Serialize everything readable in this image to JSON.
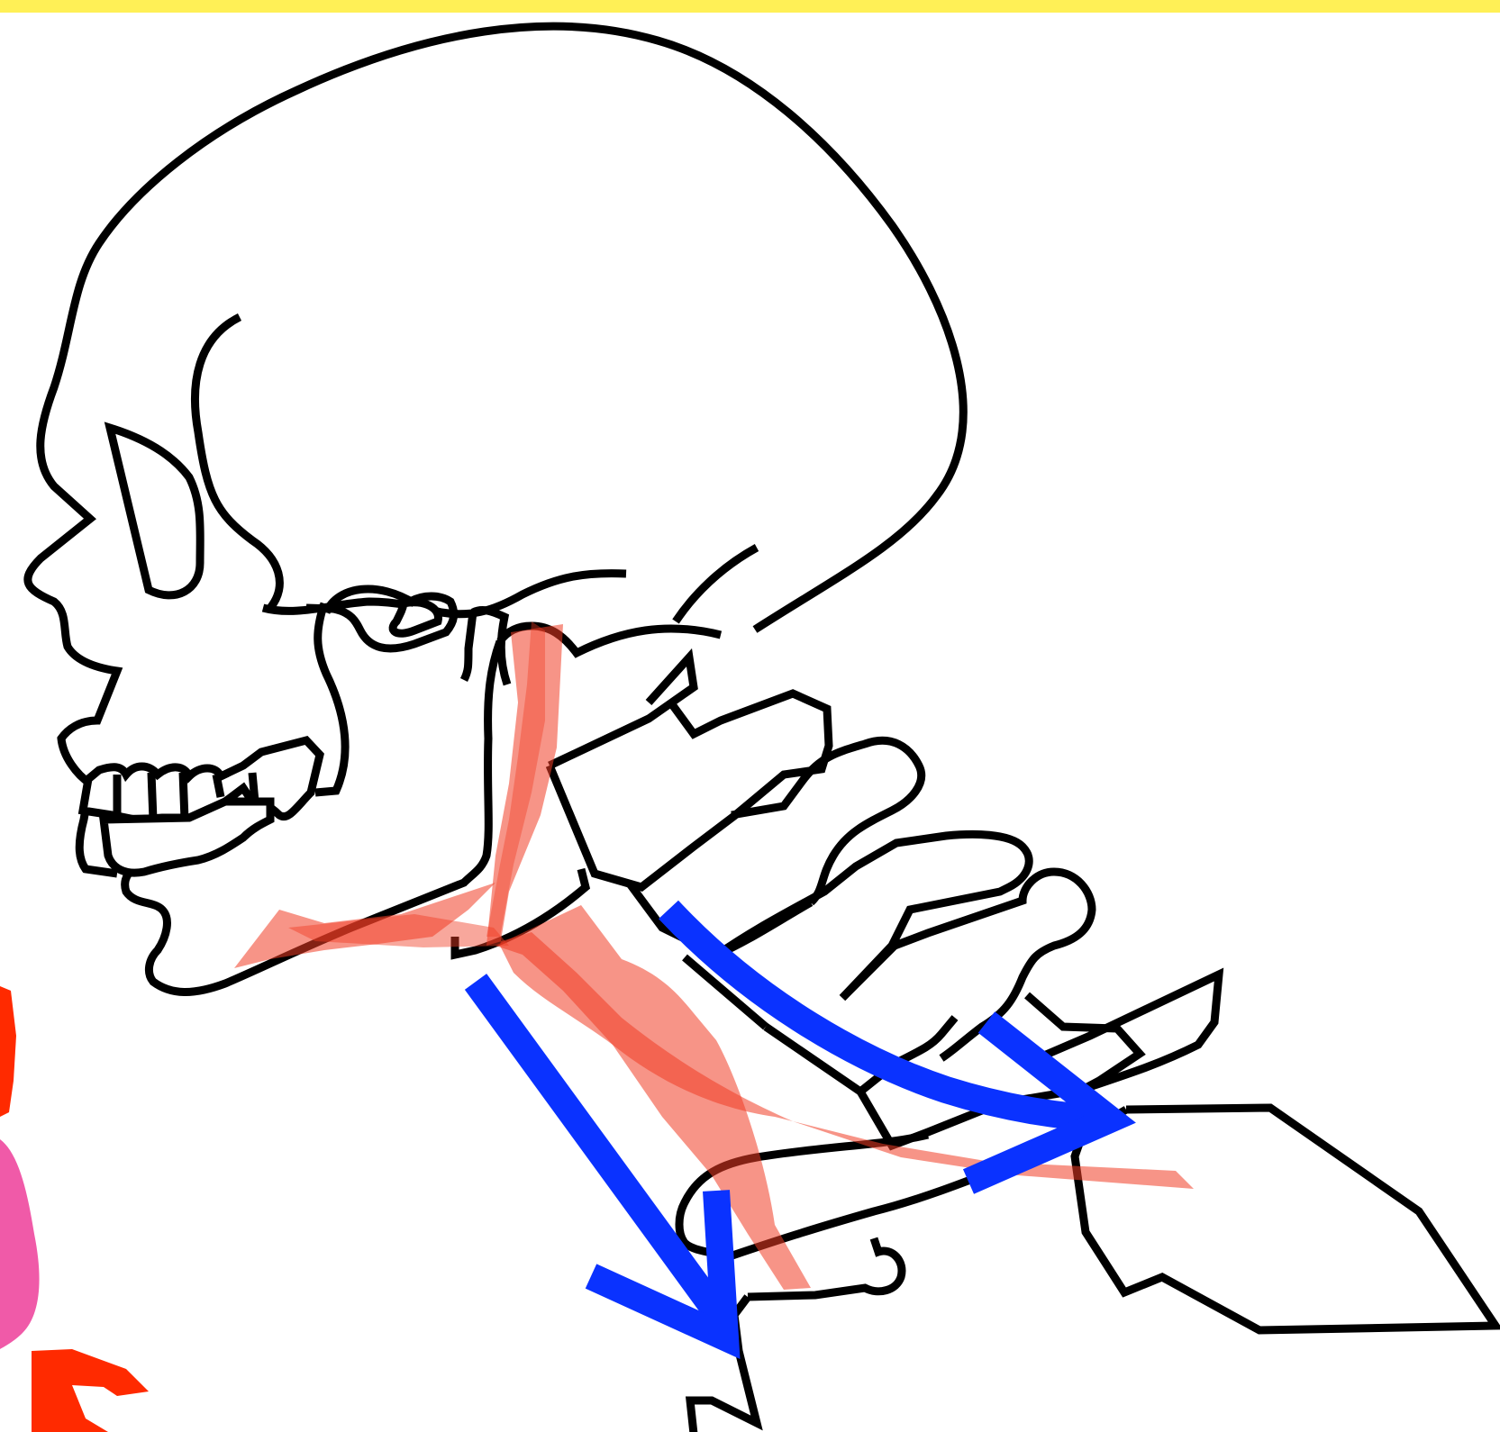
{
  "colors": {
    "top_band": "#fff056",
    "outline": "#000000",
    "muscle": "#f03c24",
    "arrow": "#0a32ff",
    "pink_shape": "#f05aa8",
    "red_marks": "#ff2a00",
    "background": "#ffffff"
  },
  "figure": {
    "subject": "skull-and-cervical-spine-lateral-view",
    "arrow_count": 2,
    "arrow_direction": "down-and-backward"
  }
}
